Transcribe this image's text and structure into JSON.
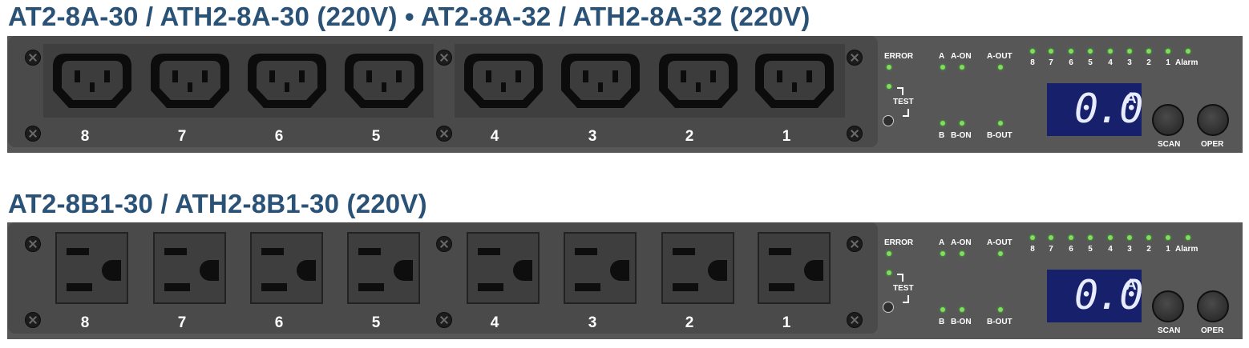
{
  "units": [
    {
      "title": "AT2-8A-30 / ATH2-8A-30 (220V)  •  AT2-8A-32 / ATH2-8A-32 (220V)",
      "outlet_type": "C13",
      "outlets": [
        "8",
        "7",
        "6",
        "5",
        "4",
        "3",
        "2",
        "1"
      ],
      "labels": {
        "error": "ERROR",
        "test": "TEST",
        "a": "A",
        "a_on": "A-ON",
        "a_out": "A-OUT",
        "b": "B",
        "b_on": "B-ON",
        "b_out": "B-OUT",
        "alarm": "Alarm",
        "scan": "SCAN",
        "oper": "OPER"
      },
      "status_leds": [
        "8",
        "7",
        "6",
        "5",
        "4",
        "3",
        "2",
        "1"
      ],
      "display": {
        "value": "0.0",
        "unit": "A"
      }
    },
    {
      "title": "AT2-8B1-30 / ATH2-8B1-30 (220V)",
      "outlet_type": "NEMA 5-15R",
      "outlets": [
        "8",
        "7",
        "6",
        "5",
        "4",
        "3",
        "2",
        "1"
      ],
      "labels": {
        "error": "ERROR",
        "test": "TEST",
        "a": "A",
        "a_on": "A-ON",
        "a_out": "A-OUT",
        "b": "B",
        "b_on": "B-ON",
        "b_out": "B-OUT",
        "alarm": "Alarm",
        "scan": "SCAN",
        "oper": "OPER"
      },
      "status_leds": [
        "8",
        "7",
        "6",
        "5",
        "4",
        "3",
        "2",
        "1"
      ],
      "display": {
        "value": "0.0",
        "unit": "A"
      }
    }
  ],
  "colors": {
    "title": "#2a5277",
    "panel": "#575757",
    "led": "#7ee05a",
    "display": "#17206b"
  }
}
